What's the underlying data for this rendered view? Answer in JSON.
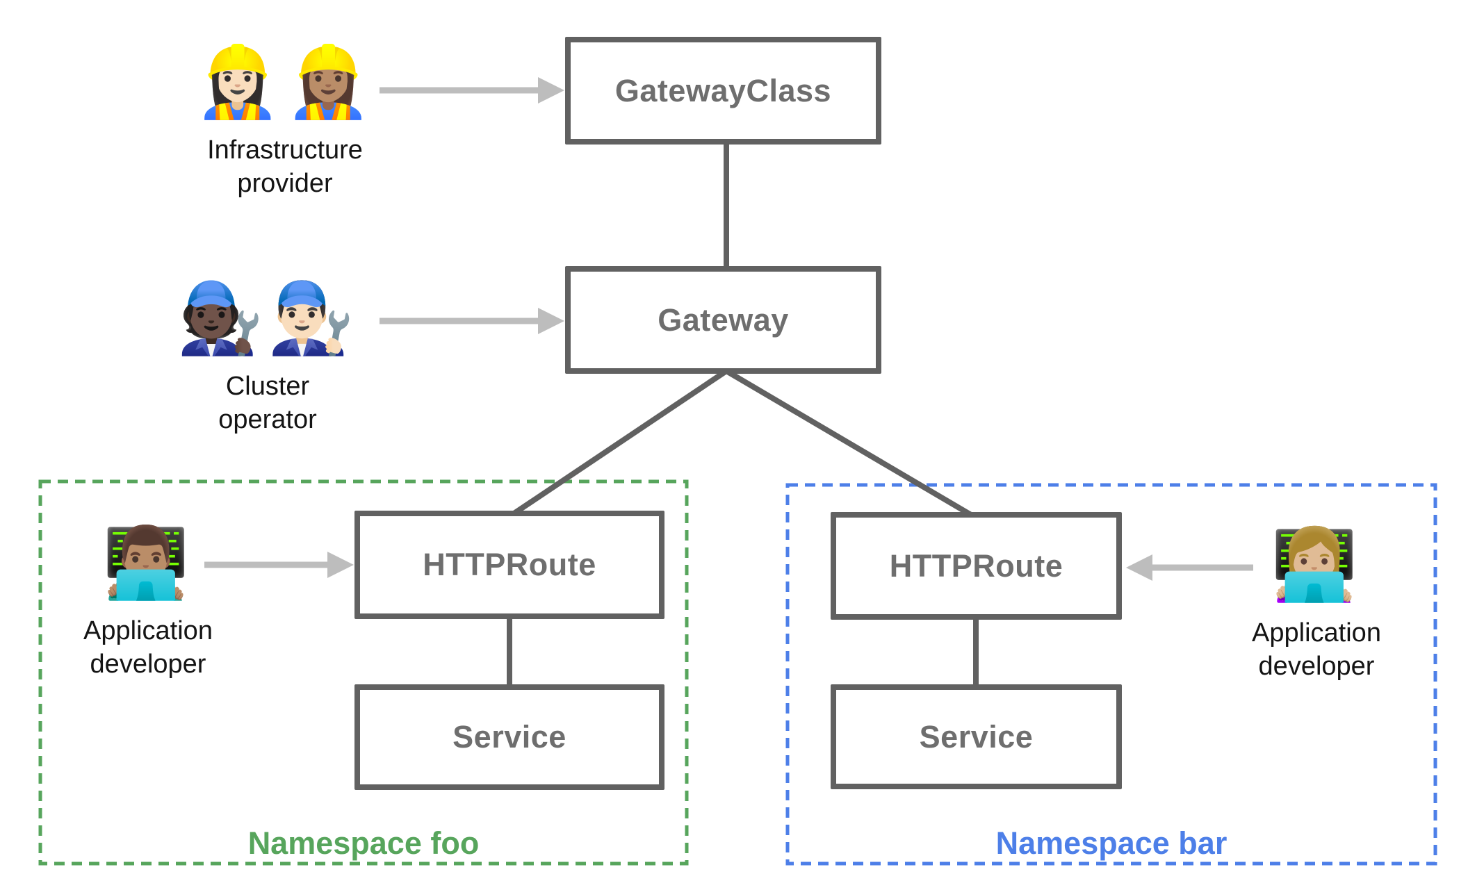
{
  "diagram": {
    "nodes": {
      "gateway_class": {
        "label": "GatewayClass"
      },
      "gateway": {
        "label": "Gateway"
      },
      "httproute_foo": {
        "label": "HTTPRoute"
      },
      "service_foo": {
        "label": "Service"
      },
      "httproute_bar": {
        "label": "HTTPRoute"
      },
      "service_bar": {
        "label": "Service"
      }
    },
    "personas": {
      "infrastructure_provider": {
        "emoji": "👷🏻‍♀️👷🏽‍♀️",
        "label_line1": "Infrastructure",
        "label_line2": "provider"
      },
      "cluster_operator": {
        "emoji": "🧑🏿‍🔧👨🏻‍🔧",
        "label_line1": "Cluster",
        "label_line2": "operator"
      },
      "app_developer_foo": {
        "emoji": "👨🏽‍💻",
        "label_line1": "Application",
        "label_line2": "developer"
      },
      "app_developer_bar": {
        "emoji": "👩🏼‍💻",
        "label_line1": "Application",
        "label_line2": "developer"
      }
    },
    "namespaces": {
      "foo": {
        "label": "Namespace foo",
        "color": "#57a55c"
      },
      "bar": {
        "label": "Namespace bar",
        "color": "#4d7fe8"
      }
    },
    "colors": {
      "box_border": "#616161",
      "box_text": "#6e6e6e",
      "connector": "#616161",
      "arrow": "#bdbdbd",
      "persona_text": "#141414"
    }
  }
}
